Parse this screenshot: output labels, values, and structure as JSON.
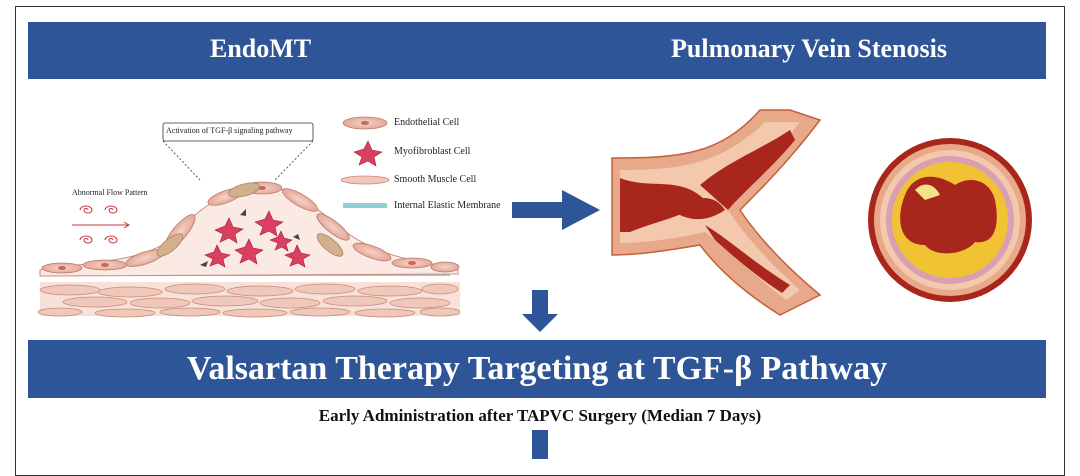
{
  "header": {
    "left_title": "EndoMT",
    "right_title": "Pulmonary Vein Stenosis"
  },
  "endomt_panel": {
    "callout": "Activation of TGF-β signaling pathway",
    "flow_label": "Abnormal Flow Pattern",
    "legend": [
      {
        "label": "Endothelial Cell",
        "icon": "endothelial-cell-icon"
      },
      {
        "label": "Myofibroblast Cell",
        "icon": "myofibroblast-cell-icon"
      },
      {
        "label": "Smooth Muscle Cell",
        "icon": "smooth-muscle-cell-icon"
      },
      {
        "label": "Internal Elastic Membrane",
        "icon": "elastic-membrane-icon"
      }
    ]
  },
  "therapy": {
    "title": "Valsartan Therapy Targeting at TGF-β Pathway",
    "subtitle": "Early Administration after TAPVC Surgery (Median 7 Days)"
  },
  "colors": {
    "banner": "#2d5597",
    "arrow": "#2d5597",
    "vessel_dark": "#a8261c",
    "vessel_wall": "#e8a88a",
    "plaque": "#f1c232"
  }
}
